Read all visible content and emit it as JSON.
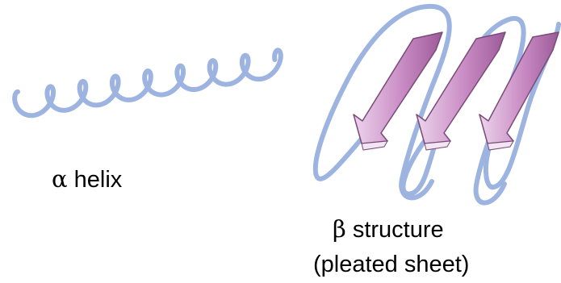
{
  "alpha_helix": {
    "symbol": "α",
    "label": "helix",
    "ribbon_color": "#9db3e0"
  },
  "beta_structure": {
    "symbol": "β",
    "label": "structure",
    "sublabel": "(pleated sheet)",
    "strand_count": 3,
    "strand_color": "#c98bc4",
    "strand_highlight": "#ecd4ec",
    "loop_color": "#9db3e0"
  }
}
